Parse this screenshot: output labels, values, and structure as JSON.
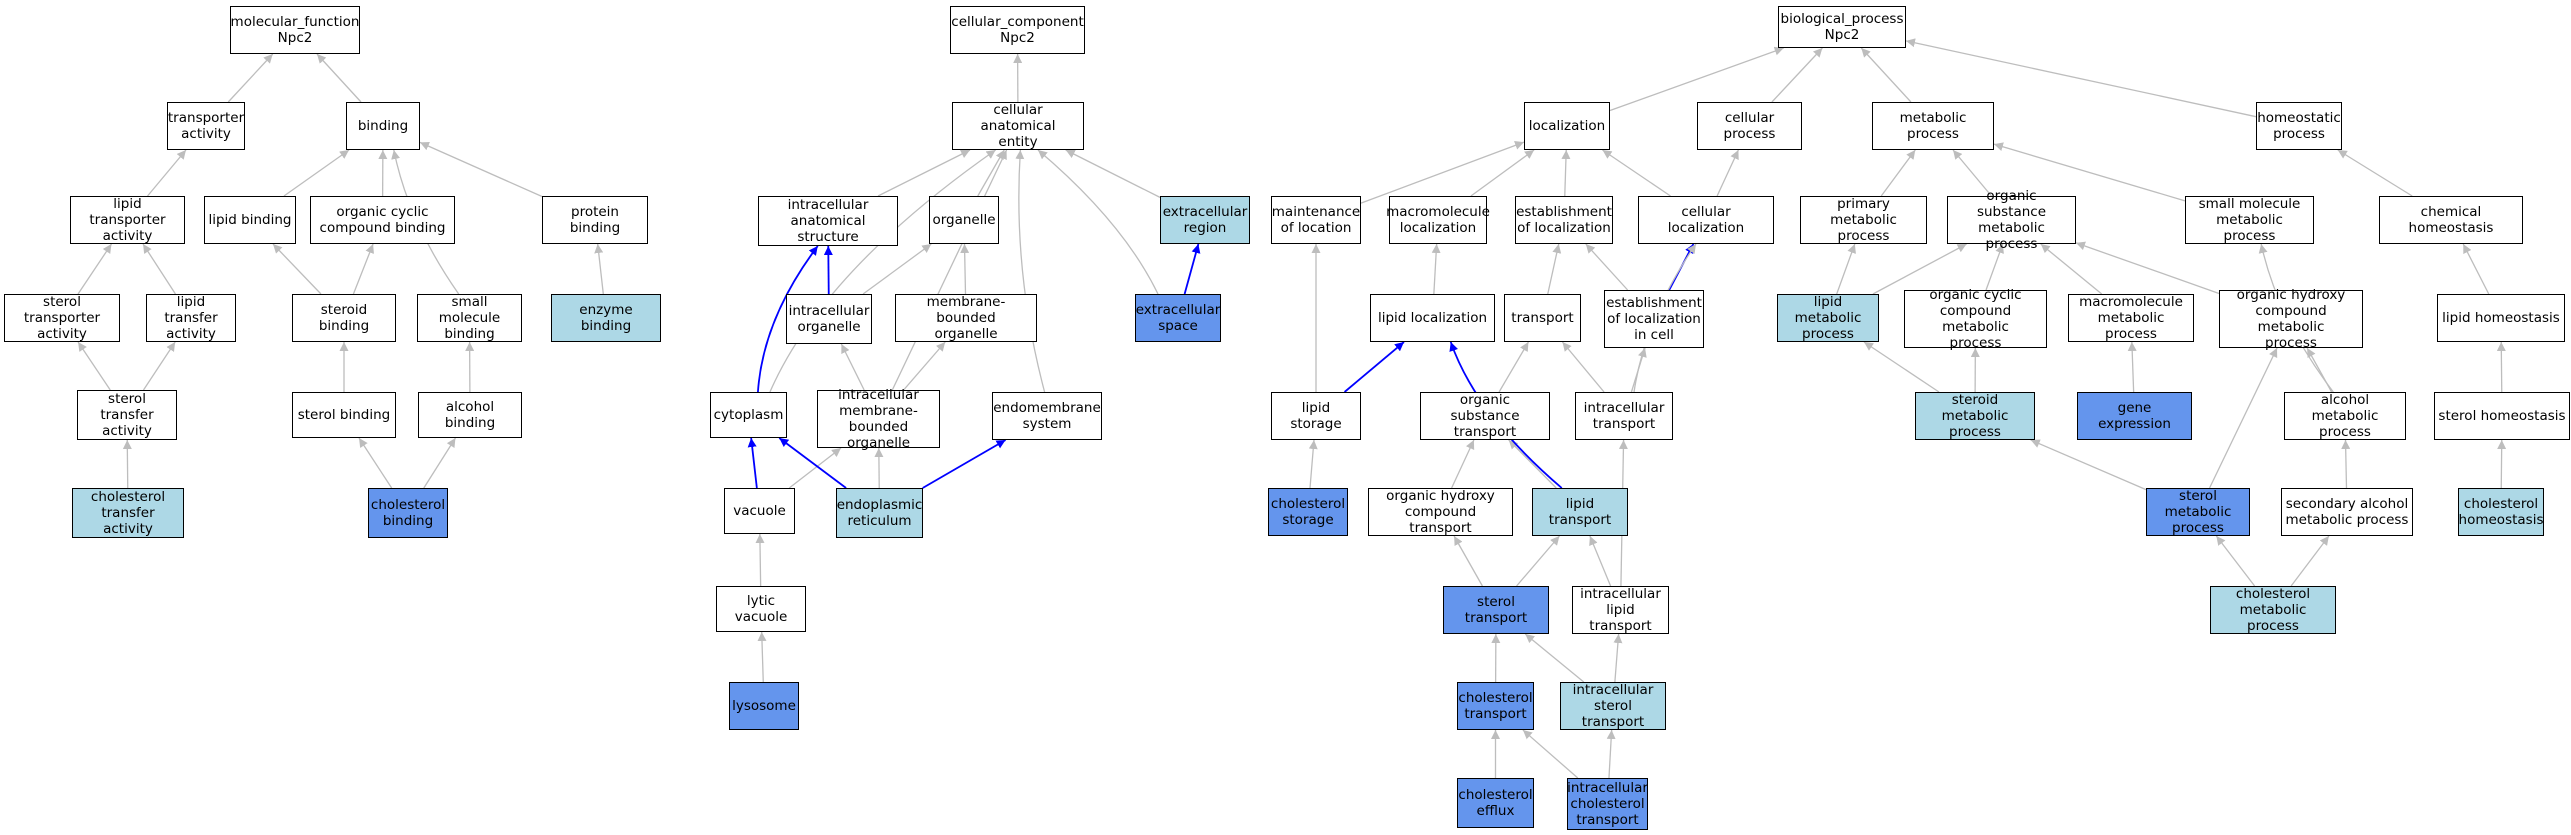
{
  "colors": {
    "default_fill": "#ffffff",
    "light_fill": "#add8e6",
    "highlight_fill": "#6495ed",
    "edge_gray": "#bdbdbd",
    "edge_blue": "#0000ff"
  },
  "nodes": {
    "mf": "molecular_function\nNpc2",
    "transporter_activity": "transporter\nactivity",
    "binding": "binding",
    "lipid_transporter_activity": "lipid transporter\nactivity",
    "lipid_binding": "lipid binding",
    "organic_cyclic_compound_binding": "organic cyclic\ncompound binding",
    "protein_binding": "protein binding",
    "sterol_transporter_activity": "sterol transporter\nactivity",
    "lipid_transfer_activity": "lipid transfer\nactivity",
    "steroid_binding": "steroid binding",
    "small_molecule_binding": "small molecule\nbinding",
    "enzyme_binding": "enzyme binding",
    "sterol_transfer_activity": "sterol transfer\nactivity",
    "sterol_binding": "sterol binding",
    "alcohol_binding": "alcohol binding",
    "cholesterol_transfer_activity": "cholesterol\ntransfer activity",
    "cholesterol_binding": "cholesterol\nbinding",
    "cc": "cellular_component\nNpc2",
    "cellular_anatomical_entity": "cellular anatomical\nentity",
    "intracellular_anatomical_structure": "intracellular\nanatomical structure",
    "organelle": "organelle",
    "extracellular_region": "extracellular\nregion",
    "intracellular_organelle": "intracellular\norganelle",
    "membrane_bounded_organelle": "membrane-bounded\norganelle",
    "extracellular_space": "extracellular\nspace",
    "cytoplasm": "cytoplasm",
    "intracellular_membrane_bounded_organelle": "intracellular\nmembrane-bounded\norganelle",
    "endomembrane_system": "endomembrane\nsystem",
    "vacuole": "vacuole",
    "endoplasmic_reticulum": "endoplasmic\nreticulum",
    "lytic_vacuole": "lytic vacuole",
    "lysosome": "lysosome",
    "bp": "biological_process\nNpc2",
    "localization": "localization",
    "cellular_process": "cellular process",
    "metabolic_process": "metabolic process",
    "homeostatic_process": "homeostatic\nprocess",
    "maintenance_of_location": "maintenance\nof location",
    "macromolecule_localization": "macromolecule\nlocalization",
    "establishment_of_localization": "establishment\nof localization",
    "cellular_localization": "cellular localization",
    "primary_metabolic_process": "primary metabolic\nprocess",
    "organic_substance_metabolic_process": "organic substance\nmetabolic process",
    "small_molecule_metabolic_process": "small molecule\nmetabolic process",
    "chemical_homeostasis": "chemical homeostasis",
    "lipid_localization": "lipid localization",
    "transport": "transport",
    "establishment_of_localization_in_cell": "establishment\nof localization\nin cell",
    "lipid_metabolic_process": "lipid metabolic\nprocess",
    "organic_cyclic_compound_metabolic_process": "organic cyclic\ncompound metabolic\nprocess",
    "macromolecule_metabolic_process": "macromolecule\nmetabolic process",
    "organic_hydroxy_compound_metabolic_process": "organic hydroxy\ncompound metabolic\nprocess",
    "lipid_homeostasis": "lipid homeostasis",
    "lipid_storage": "lipid storage",
    "organic_substance_transport": "organic substance\ntransport",
    "intracellular_transport": "intracellular\ntransport",
    "steroid_metabolic_process": "steroid metabolic\nprocess",
    "gene_expression": "gene expression",
    "alcohol_metabolic_process": "alcohol metabolic\nprocess",
    "sterol_homeostasis": "sterol homeostasis",
    "cholesterol_storage": "cholesterol\nstorage",
    "organic_hydroxy_compound_transport": "organic hydroxy\ncompound transport",
    "lipid_transport": "lipid transport",
    "sterol_metabolic_process": "sterol metabolic\nprocess",
    "secondary_alcohol_metabolic_process": "secondary alcohol\nmetabolic process",
    "cholesterol_homeostasis": "cholesterol\nhomeostasis",
    "sterol_transport": "sterol transport",
    "intracellular_lipid_transport": "intracellular\nlipid transport",
    "cholesterol_metabolic_process": "cholesterol\nmetabolic process",
    "cholesterol_transport": "cholesterol\ntransport",
    "intracellular_sterol_transport": "intracellular\nsterol transport",
    "cholesterol_efflux": "cholesterol\nefflux",
    "intracellular_cholesterol_transport": "intracellular\ncholesterol\ntransport"
  }
}
